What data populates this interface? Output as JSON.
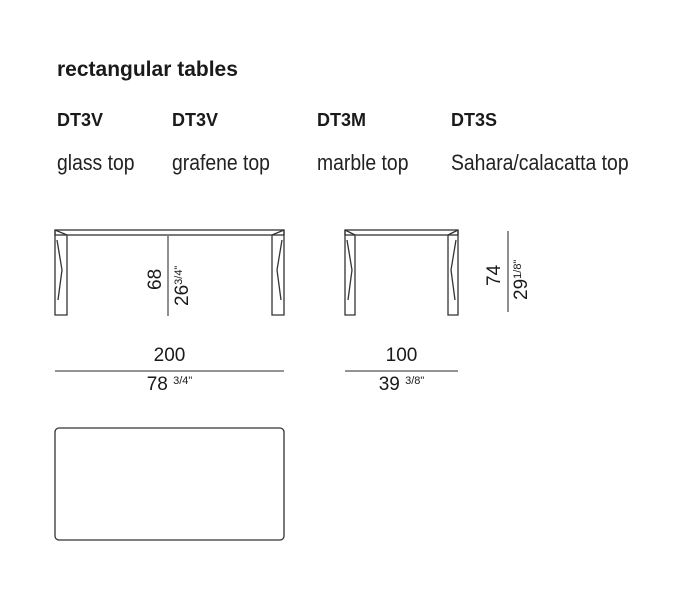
{
  "title": "rectangular tables",
  "models": [
    {
      "code": "DT3V",
      "description": "glass top"
    },
    {
      "code": "DT3V",
      "description": "grafene top"
    },
    {
      "code": "DT3M",
      "description": "marble top"
    },
    {
      "code": "DT3S",
      "description": "Sahara/calacatta top"
    }
  ],
  "large_table": {
    "height_cm": "68",
    "height_in_whole": "26",
    "height_in_frac": "3/4\"",
    "width_cm": "200",
    "width_in_whole": "78",
    "width_in_frac": "3/4\""
  },
  "small_table": {
    "height_cm": "74",
    "height_in_whole": "29",
    "height_in_frac": "1/8\"",
    "width_cm": "100",
    "width_in_whole": "39",
    "width_in_frac": "3/8\""
  }
}
